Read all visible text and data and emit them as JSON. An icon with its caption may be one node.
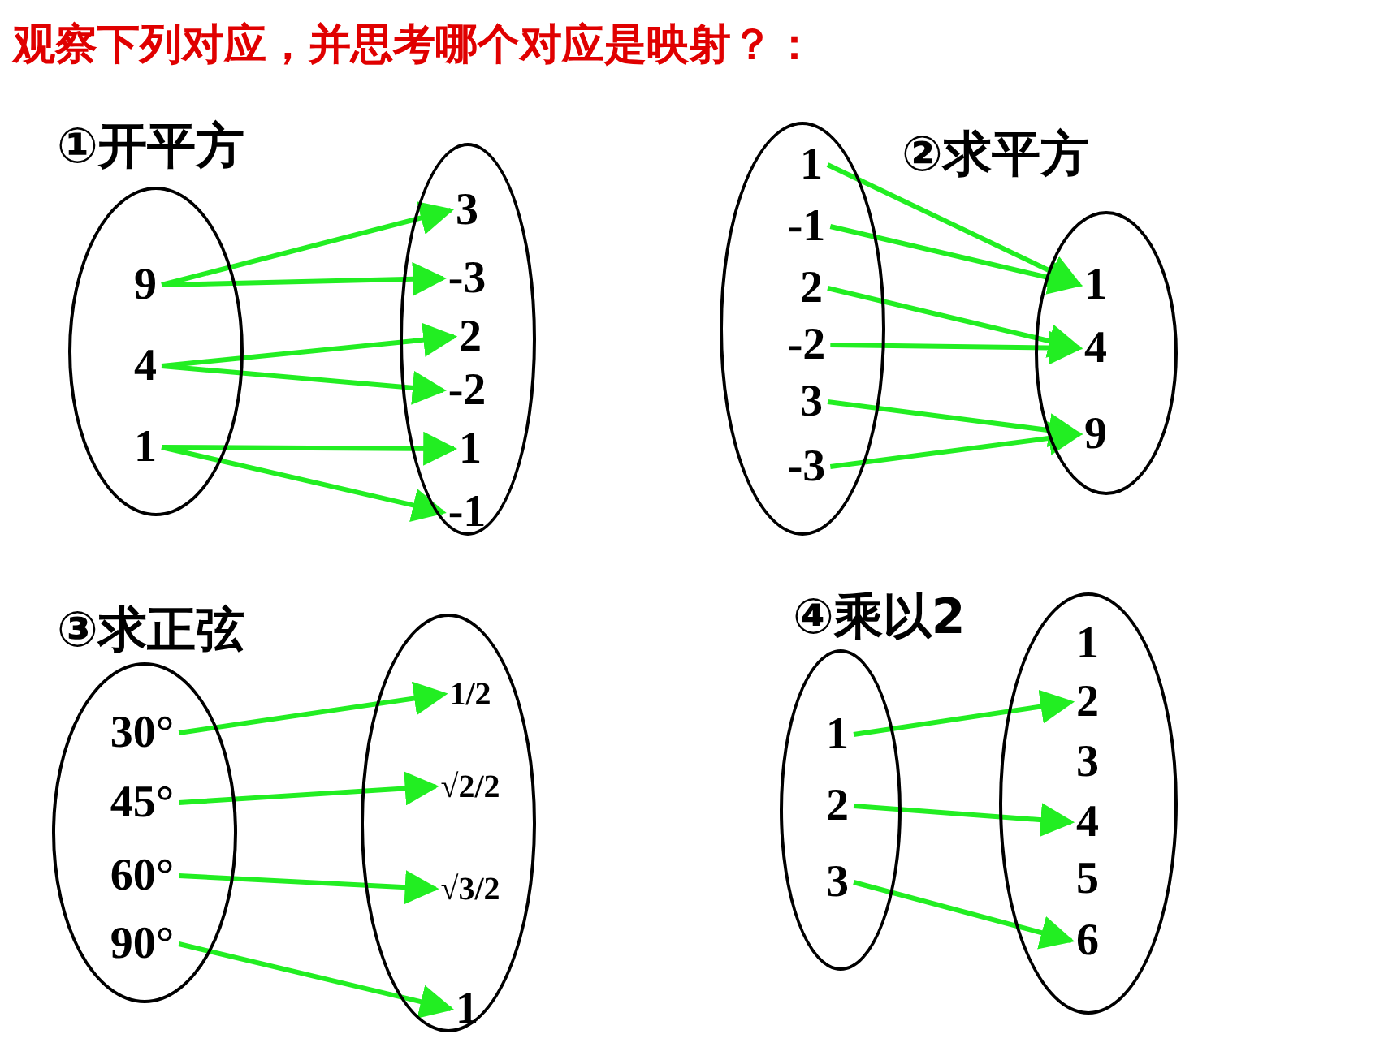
{
  "diagram": {
    "title": "观察下列对应，并思考哪个对应是映射？：",
    "nodes": [
      {
        "text": [],
        "shape": "ellipse"
      },
      {
        "text": [
          "9"
        ],
        "in": 0
      },
      {
        "text": [
          "4"
        ],
        "in": 0
      },
      {
        "text": [
          "1"
        ],
        "in": 0
      },
      {
        "text": [],
        "shape": "ellipse"
      },
      {
        "text": [
          "3"
        ],
        "in": 4
      },
      {
        "text": [
          "-3"
        ],
        "in": 4
      },
      {
        "text": [
          "2"
        ],
        "in": 4
      },
      {
        "text": [
          "-2"
        ],
        "in": 4
      },
      {
        "text": [
          "1"
        ],
        "in": 4
      },
      {
        "text": [
          "-1"
        ],
        "in": 4
      },
      {
        "text": [],
        "shape": "ellipse"
      },
      {
        "text": [
          "1"
        ],
        "in": 11
      },
      {
        "text": [
          "-1"
        ],
        "in": 11
      },
      {
        "text": [
          "2"
        ],
        "in": 11
      },
      {
        "text": [
          "-2"
        ],
        "in": 11
      },
      {
        "text": [
          "3"
        ],
        "in": 11
      },
      {
        "text": [
          "-3"
        ],
        "in": 11
      },
      {
        "text": [],
        "shape": "ellipse"
      },
      {
        "text": [
          "1"
        ],
        "in": 18
      },
      {
        "text": [
          "4"
        ],
        "in": 18
      },
      {
        "text": [
          "9"
        ],
        "in": 18
      },
      {
        "text": [],
        "shape": "ellipse"
      },
      {
        "text": [
          "30°"
        ],
        "in": 22
      },
      {
        "text": [
          "45°"
        ],
        "in": 22
      },
      {
        "text": [
          "60°"
        ],
        "in": 22
      },
      {
        "text": [
          "90°"
        ],
        "in": 22
      },
      {
        "text": [],
        "shape": "ellipse"
      },
      {
        "text": [
          "1/2"
        ],
        "in": 27
      },
      {
        "text": [
          "√2/2"
        ],
        "in": 27
      },
      {
        "text": [
          "√3/2"
        ],
        "in": 27
      },
      {
        "text": [
          "1"
        ],
        "in": 27
      },
      {
        "text": [],
        "shape": "ellipse"
      },
      {
        "text": [
          "1"
        ],
        "in": 32
      },
      {
        "text": [
          "2"
        ],
        "in": 32
      },
      {
        "text": [
          "3"
        ],
        "in": 32
      },
      {
        "text": [],
        "shape": "ellipse"
      },
      {
        "text": [
          "1"
        ],
        "in": 36
      },
      {
        "text": [
          "2"
        ],
        "in": 36
      },
      {
        "text": [
          "3"
        ],
        "in": 36
      },
      {
        "text": [
          "4"
        ],
        "in": 36
      },
      {
        "text": [
          "5"
        ],
        "in": 36
      },
      {
        "text": [
          "6"
        ],
        "in": 36
      }
    ],
    "edges": [
      {
        "from": 1,
        "to": 5,
        "arrow": "to"
      },
      {
        "from": 1,
        "to": 6,
        "arrow": "to"
      },
      {
        "from": 2,
        "to": 7,
        "arrow": "to"
      },
      {
        "from": 2,
        "to": 8,
        "arrow": "to"
      },
      {
        "from": 3,
        "to": 9,
        "arrow": "to"
      },
      {
        "from": 3,
        "to": 10,
        "arrow": "to"
      },
      {
        "from": 12,
        "to": 19,
        "arrow": "to"
      },
      {
        "from": 13,
        "to": 19,
        "arrow": "to"
      },
      {
        "from": 14,
        "to": 20,
        "arrow": "to"
      },
      {
        "from": 15,
        "to": 20,
        "arrow": "to"
      },
      {
        "from": 16,
        "to": 21,
        "arrow": "to"
      },
      {
        "from": 17,
        "to": 21,
        "arrow": "to"
      },
      {
        "from": 23,
        "to": 28,
        "arrow": "to"
      },
      {
        "from": 24,
        "to": 29,
        "arrow": "to"
      },
      {
        "from": 25,
        "to": 30,
        "arrow": "to"
      },
      {
        "from": 26,
        "to": 31,
        "arrow": "to"
      },
      {
        "from": 33,
        "to": 38,
        "arrow": "to"
      },
      {
        "from": 34,
        "to": 40,
        "arrow": "to"
      },
      {
        "from": 35,
        "to": 42,
        "arrow": "to"
      }
    ],
    "labels": [
      "①开平方",
      "②求平方",
      "③求正弦",
      "④乘以2"
    ]
  }
}
